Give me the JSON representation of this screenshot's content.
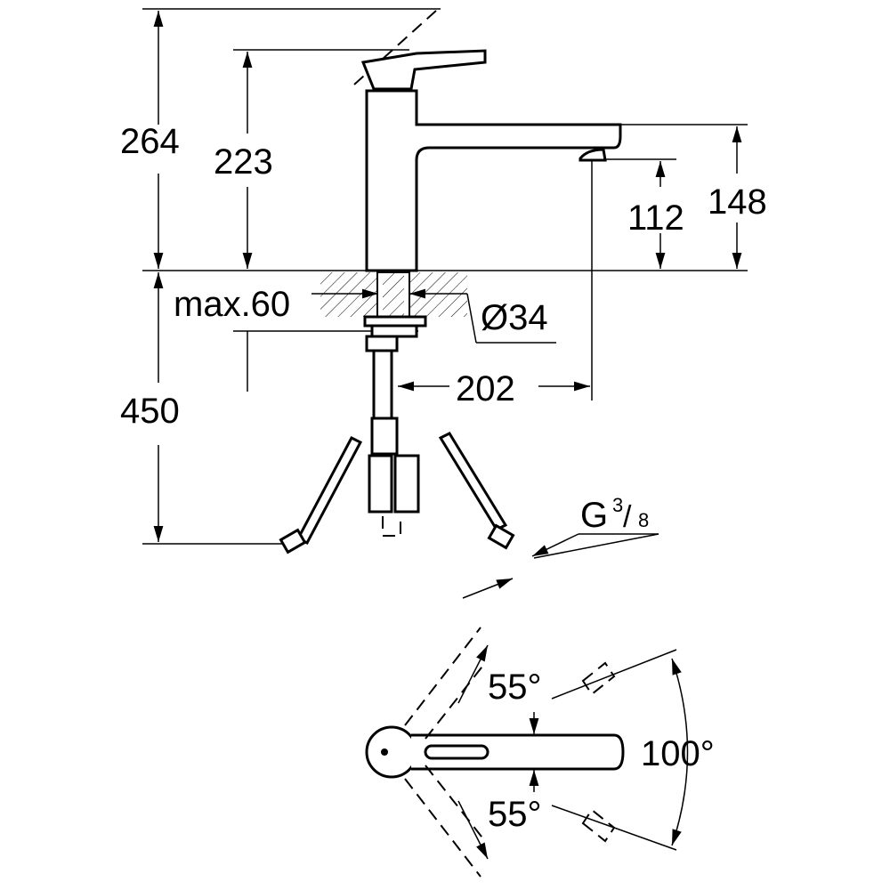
{
  "drawing": {
    "dimensions": {
      "total_height": "264",
      "spout_lever_height": "223",
      "spout_height": "148",
      "outlet_height": "112",
      "max_deck_thickness": "max.60",
      "hole_diameter": "Ø34",
      "hose_length": "450",
      "spout_reach": "202",
      "thread_main": "G",
      "thread_num": "3",
      "thread_den": "8"
    },
    "angles": {
      "upper": "55°",
      "total": "100°",
      "lower": "55°"
    }
  }
}
